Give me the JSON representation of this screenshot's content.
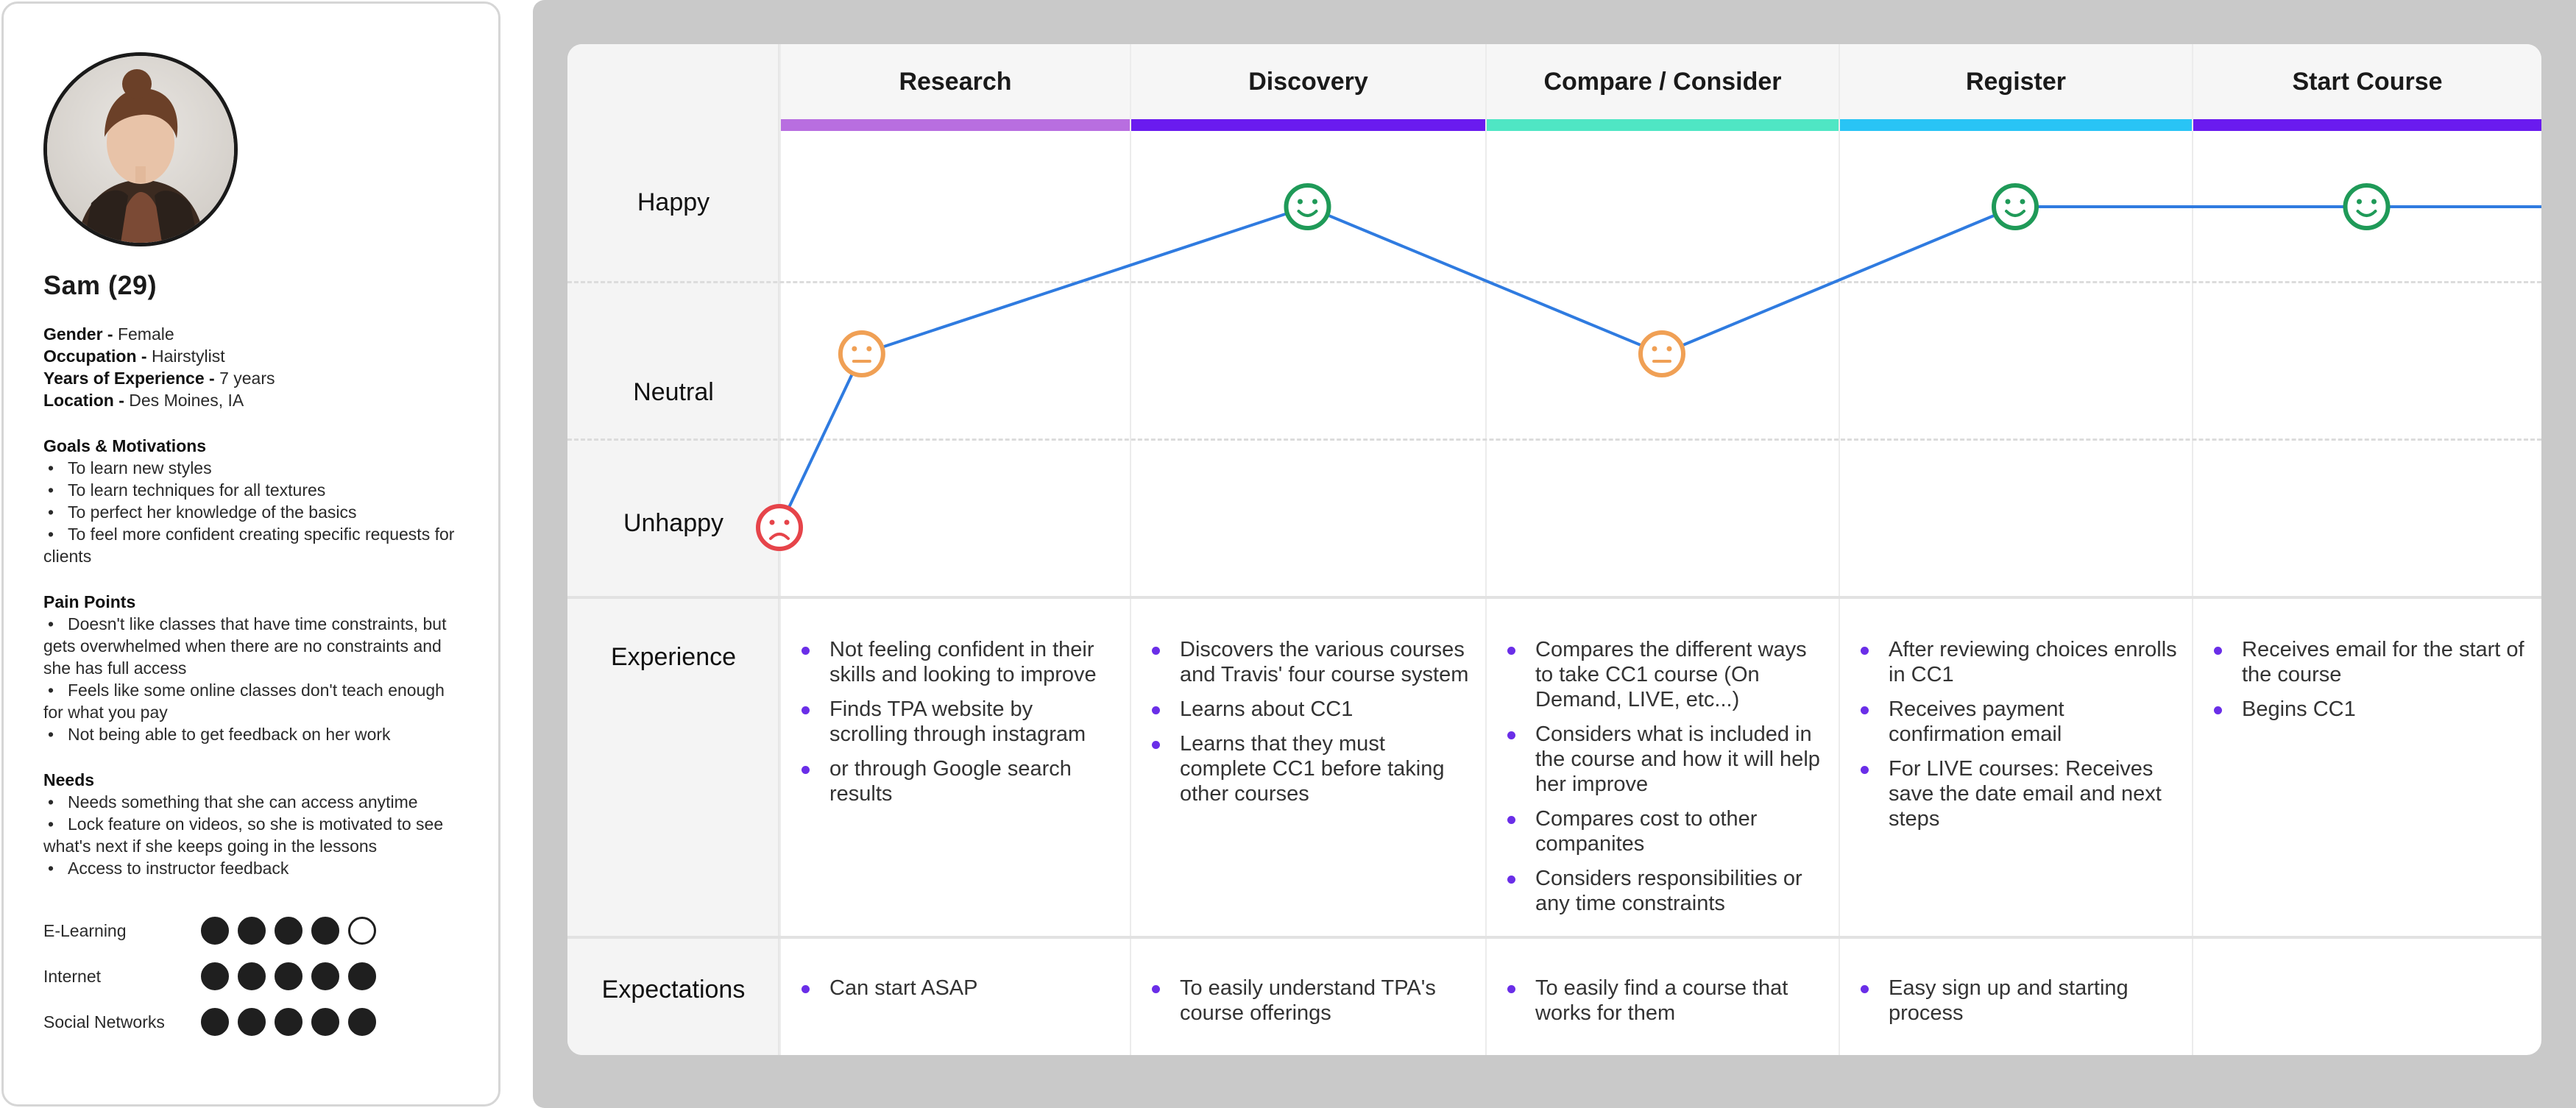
{
  "persona": {
    "name": "Sam (29)",
    "details": [
      {
        "label": "Gender -",
        "value": "Female"
      },
      {
        "label": "Occupation -",
        "value": "Hairstylist"
      },
      {
        "label": "Years of Experience -",
        "value": "7 years"
      },
      {
        "label": "Location -",
        "value": "Des Moines, IA"
      }
    ],
    "goals": {
      "title": "Goals & Motivations",
      "items": [
        "To learn new styles",
        "To learn techniques for all textures",
        "To perfect her knowledge of the basics",
        "To feel more confident creating specific requests for clients"
      ]
    },
    "pain_points": {
      "title": "Pain Points",
      "items": [
        "Doesn't like classes that have time constraints, but gets overwhelmed when there are no constraints and she has full access",
        "Feels like some online classes don't teach enough for what you pay",
        "Not being able to get feedback on her work"
      ]
    },
    "needs": {
      "title": "Needs",
      "items": [
        "Needs something that she can access anytime",
        "Lock feature on videos, so she is motivated to see what's next if she keeps going in the lessons",
        "Access to instructor feedback"
      ]
    },
    "ratings": [
      {
        "label": "E-Learning",
        "value": 4,
        "max": 5
      },
      {
        "label": "Internet",
        "value": 5,
        "max": 5
      },
      {
        "label": "Social Networks",
        "value": 5,
        "max": 5
      }
    ]
  },
  "journey": {
    "emotion_levels": [
      "Happy",
      "Neutral",
      "Unhappy"
    ],
    "row_labels": {
      "experience": "Experience",
      "expectations": "Expectations"
    },
    "stages": [
      {
        "name": "Research",
        "color": "#b86ee0",
        "emotions": [
          "unhappy",
          "neutral"
        ],
        "experience": [
          "Not feeling confident in their skills and looking to improve",
          "Finds TPA website by scrolling through instagram",
          "or through Google search results"
        ],
        "expectations": [
          "Can start ASAP"
        ]
      },
      {
        "name": "Discovery",
        "color": "#6a1bef",
        "emotions": [
          "happy"
        ],
        "experience": [
          "Discovers the various courses and Travis' four course system",
          "Learns about CC1",
          "Learns that they must complete CC1 before taking other courses"
        ],
        "expectations": [
          "To easily understand TPA's course offerings"
        ]
      },
      {
        "name": "Compare / Consider",
        "color": "#4fe6c4",
        "emotions": [
          "neutral"
        ],
        "experience": [
          "Compares the different ways to take CC1 course (On Demand, LIVE, etc...)",
          "Considers what is included in the course and how it will help her improve",
          "Compares cost to other companites",
          "Considers responsibilities or any time constraints"
        ],
        "expectations": [
          "To easily find a course that works for them"
        ]
      },
      {
        "name": "Register",
        "color": "#29c4f5",
        "emotions": [
          "happy"
        ],
        "experience": [
          "After reviewing choices enrolls in CC1",
          "Receives payment confirmation email",
          "For LIVE courses: Receives save the date email and next steps"
        ],
        "expectations": [
          "Easy sign up and starting process"
        ]
      },
      {
        "name": "Start Course",
        "color": "#6a1bef",
        "emotions": [
          "happy"
        ],
        "experience": [
          "Receives email for the start of the course",
          "Begins CC1"
        ],
        "expectations": []
      }
    ],
    "colors": {
      "line": "#2f7be0",
      "happy": "#1f9a58",
      "neutral": "#f0a055",
      "unhappy": "#e6444a",
      "bullet": "#6a2ee8"
    }
  }
}
